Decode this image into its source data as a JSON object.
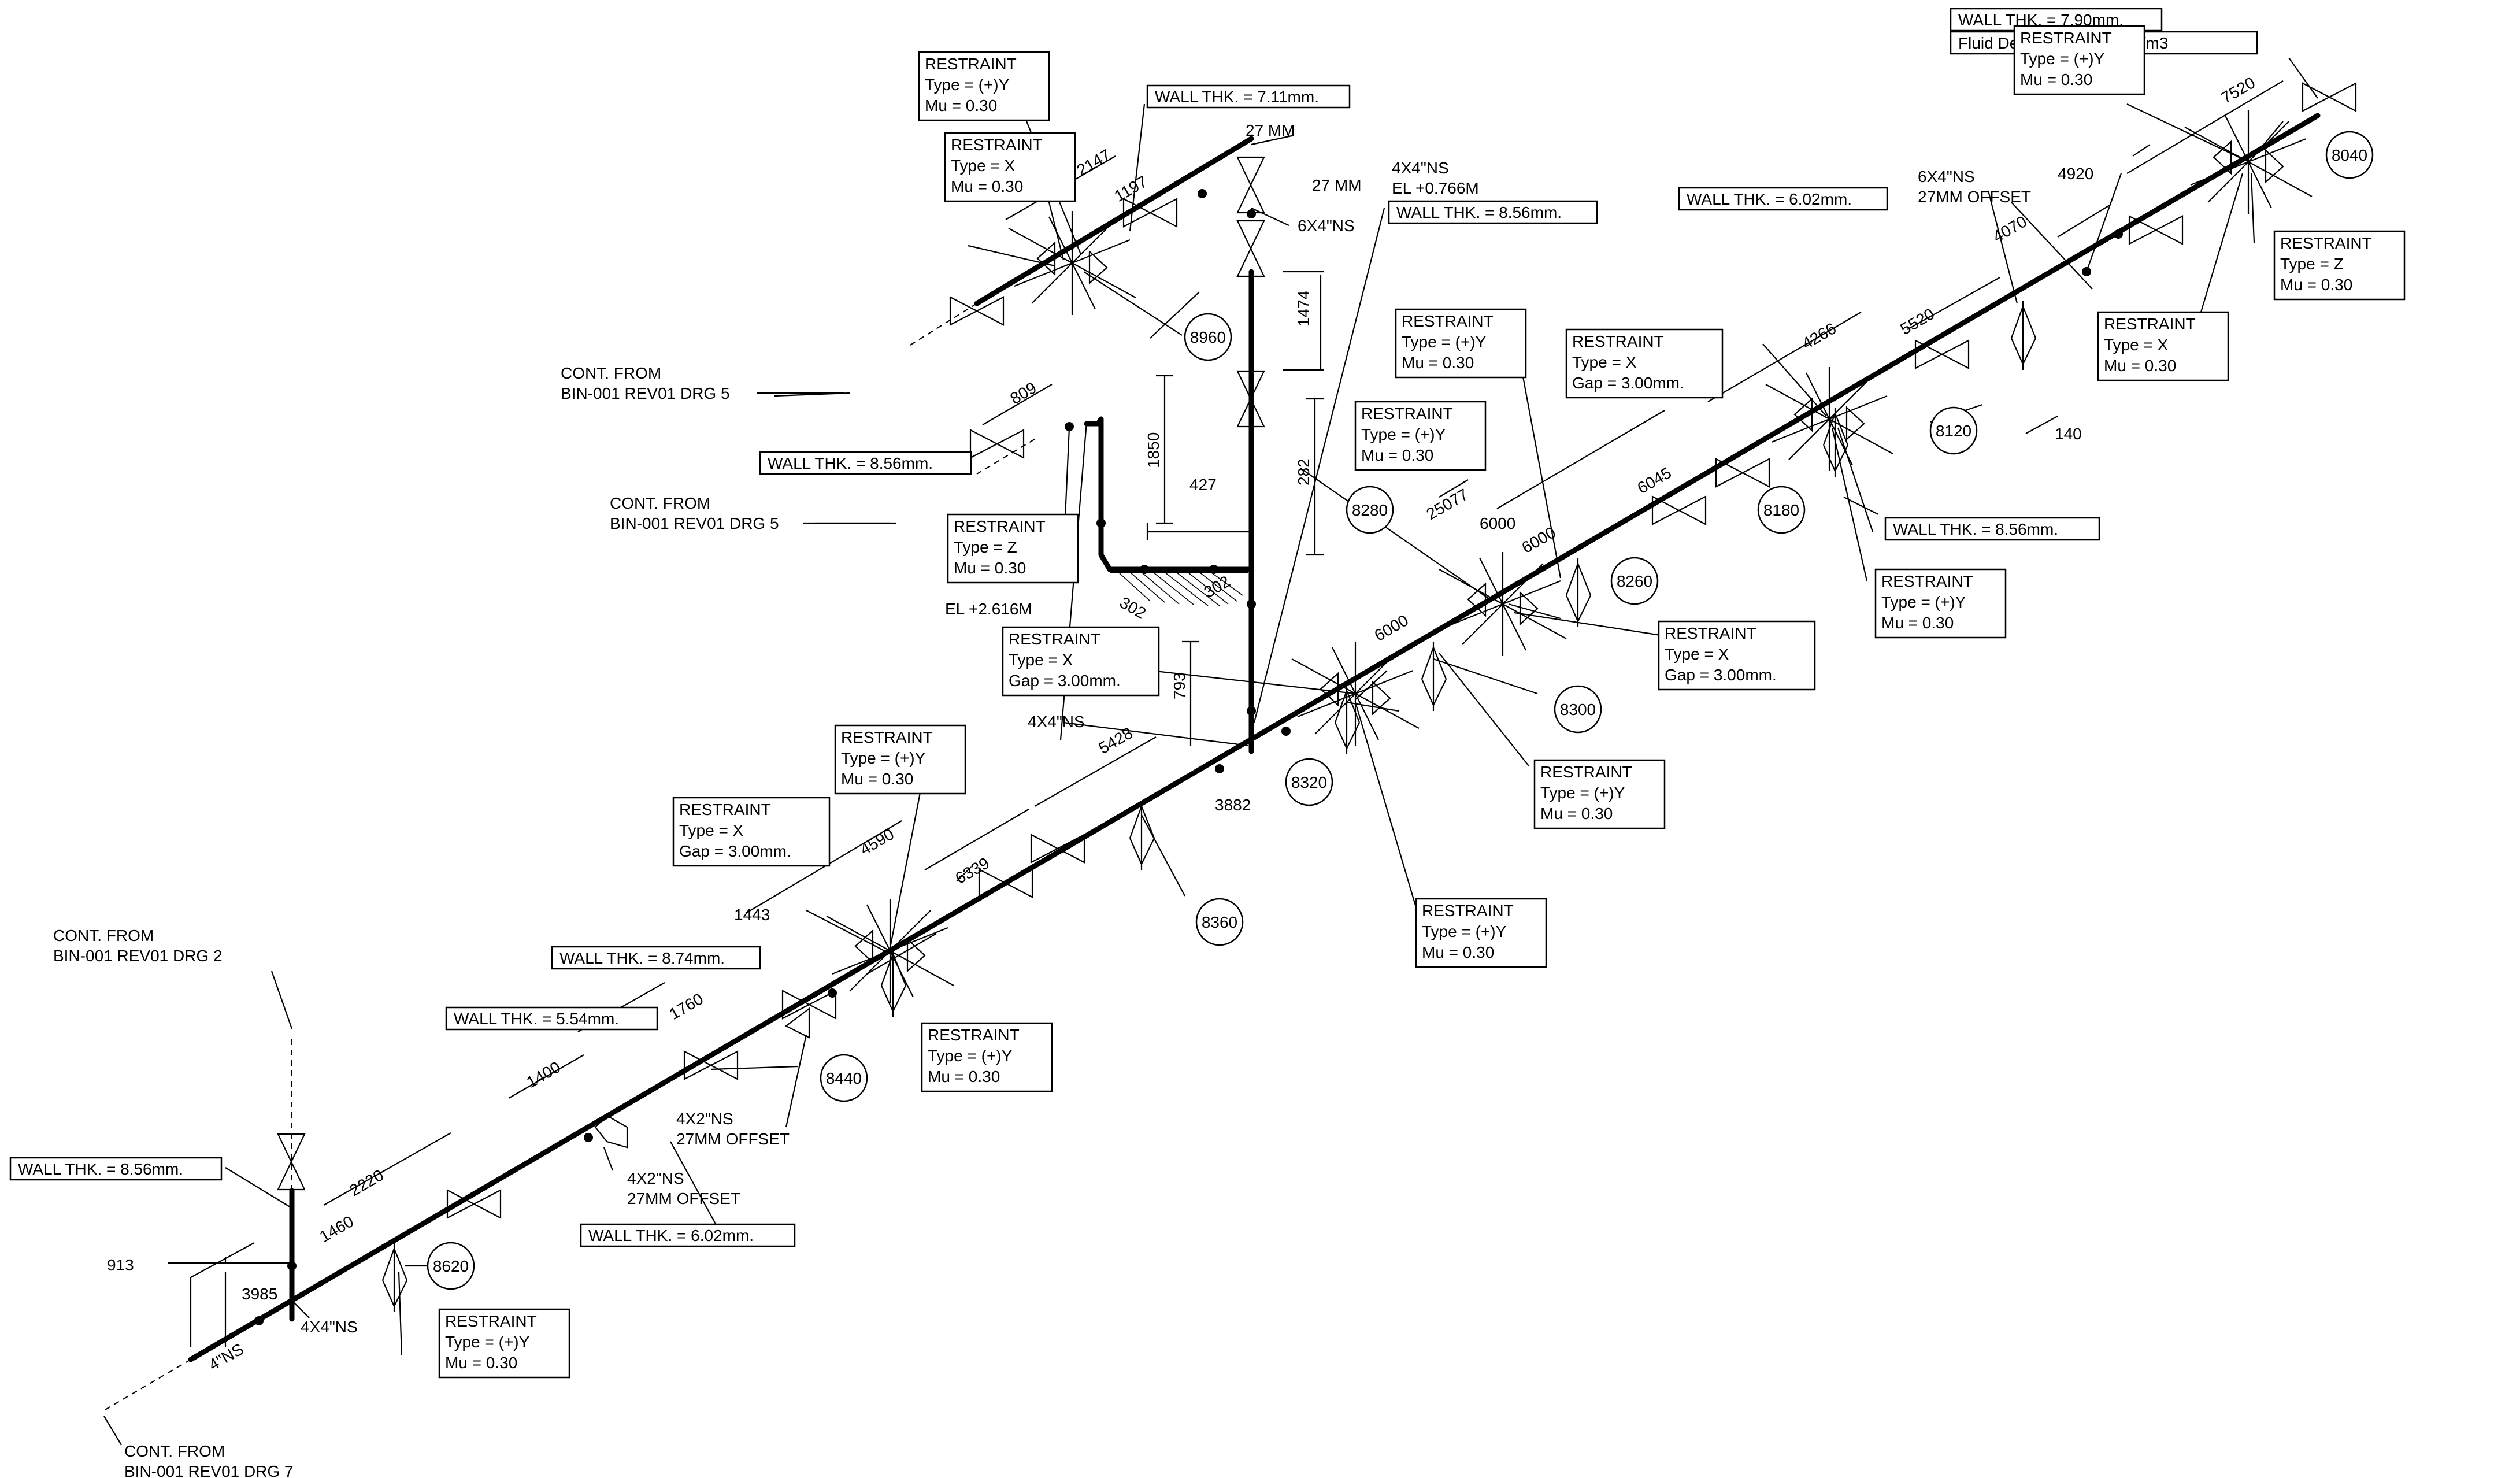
{
  "labels": {
    "cont_drg5_a": [
      "CONT. FROM",
      "BIN-001 REV01 DRG 5"
    ],
    "cont_drg5_b": [
      "CONT. FROM",
      "BIN-001 REV01 DRG 5"
    ],
    "cont_drg2": [
      "CONT. FROM",
      "BIN-001 REV01 DRG 2"
    ],
    "cont_drg7": [
      "CONT. FROM",
      "BIN-001 REV01 DRG 7"
    ],
    "wall_711": "WALL THK. = 7.11mm.",
    "wall_856_top": "WALL THK. = 8.56mm.",
    "wall_856_mid": "WALL THK. = 8.56mm.",
    "wall_856_right": "WALL THK. = 8.56mm.",
    "wall_856_left": "WALL THK. = 8.56mm.",
    "wall_602_right": "WALL THK. = 6.02mm.",
    "wall_602_bottom": "WALL THK. = 6.02mm.",
    "wall_874": "WALL THK. = 8.74mm.",
    "wall_554": "WALL THK. = 5.54mm.",
    "wall_790": "WALL THK. = 7.90mm.",
    "fluid_density": "Fluid Density = 251.50kg./m3",
    "size_4x4_top": [
      "4X4\"NS",
      "EL +0.766M"
    ],
    "size_6x4_top": "6X4\"NS",
    "size_27mm_a": "27 MM",
    "size_27mm_b": "27 MM",
    "size_6x4_right": [
      "6X4\"NS",
      "27MM OFFSET"
    ],
    "size_4x2_a": [
      "4X2\"NS",
      "27MM OFFSET"
    ],
    "size_4x2_b": [
      "4X2\"NS",
      "27MM OFFSET"
    ],
    "size_4x4_mid": "4X4\"NS",
    "size_4x4_bottom": "4X4\"NS",
    "size_4ns": "4\"NS",
    "el_2616": "EL +2.616M"
  },
  "restraints": [
    {
      "id": "r1",
      "lines": [
        "RESTRAINT",
        "Type = (+)Y",
        "Mu = 0.30"
      ]
    },
    {
      "id": "r2",
      "lines": [
        "RESTRAINT",
        "Type = X",
        "Mu = 0.30"
      ]
    },
    {
      "id": "r3",
      "lines": [
        "RESTRAINT",
        "Type = Z",
        "Mu = 0.30"
      ]
    },
    {
      "id": "r4",
      "lines": [
        "RESTRAINT",
        "Type = (+)Y",
        "Mu = 0.30"
      ]
    },
    {
      "id": "r5",
      "lines": [
        "RESTRAINT",
        "Type = (+)Y",
        "Mu = 0.30"
      ]
    },
    {
      "id": "r6",
      "lines": [
        "RESTRAINT",
        "Type = X",
        "Gap = 3.00mm."
      ]
    },
    {
      "id": "r7",
      "lines": [
        "RESTRAINT",
        "Type = X",
        "Gap = 3.00mm."
      ]
    },
    {
      "id": "r8",
      "lines": [
        "RESTRAINT",
        "Type = X",
        "Gap = 3.00mm."
      ]
    },
    {
      "id": "r9",
      "lines": [
        "RESTRAINT",
        "Type = (+)Y",
        "Mu = 0.30"
      ]
    },
    {
      "id": "r10",
      "lines": [
        "RESTRAINT",
        "Type = X",
        "Gap = 3.00mm."
      ]
    },
    {
      "id": "r11",
      "lines": [
        "RESTRAINT",
        "Type = (+)Y",
        "Mu = 0.30"
      ]
    },
    {
      "id": "r12",
      "lines": [
        "RESTRAINT",
        "Type = (+)Y",
        "Mu = 0.30"
      ]
    },
    {
      "id": "r13",
      "lines": [
        "RESTRAINT",
        "Type = (+)Y",
        "Mu = 0.30"
      ]
    },
    {
      "id": "r14",
      "lines": [
        "RESTRAINT",
        "Type = (+)Y",
        "Mu = 0.30"
      ]
    },
    {
      "id": "r15",
      "lines": [
        "RESTRAINT",
        "Type = (+)Y",
        "Mu = 0.30"
      ]
    },
    {
      "id": "r16",
      "lines": [
        "RESTRAINT",
        "Type = Z",
        "Mu = 0.30"
      ]
    },
    {
      "id": "r17",
      "lines": [
        "RESTRAINT",
        "Type = X",
        "Mu = 0.30"
      ]
    },
    {
      "id": "r18",
      "lines": [
        "RESTRAINT",
        "Type = (+)Y",
        "Mu = 0.30"
      ]
    }
  ],
  "nodes": [
    "8960",
    "8280",
    "8260",
    "8300",
    "8320",
    "8360",
    "8440",
    "8620",
    "8180",
    "8120",
    "8040"
  ],
  "dims": {
    "d2147": "2147",
    "d1197": "1197",
    "d1474": "1474",
    "d809": "809",
    "d1850": "1850",
    "d427": "427",
    "d282": "282",
    "d302a": "302",
    "d302b": "302",
    "d793": "793",
    "d25077": "25077",
    "d6000a": "6000",
    "d6000b": "6000",
    "d6000c": "6000",
    "d6045": "6045",
    "d4266": "4266",
    "d5520": "5520",
    "d4070": "4070",
    "d4920": "4920",
    "d7520": "7520",
    "d140": "140",
    "d5428": "5428",
    "d3882": "3882",
    "d6339": "6339",
    "d4590": "4590",
    "d1443": "1443",
    "d1760": "1760",
    "d1400": "1400",
    "d2220": "2220",
    "d1460": "1460",
    "d3985": "3985",
    "d913": "913"
  }
}
